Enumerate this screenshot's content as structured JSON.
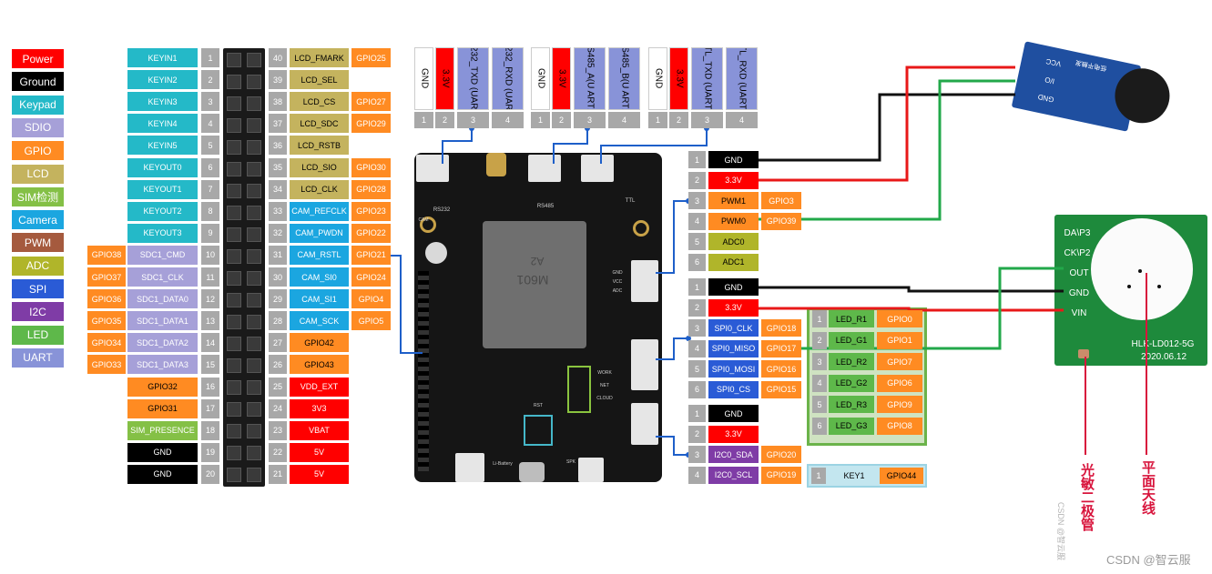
{
  "colors": {
    "Power": "#ff0000",
    "Ground": "#000000",
    "Keypad": "#24b9c8",
    "SDIO": "#a6a0d8",
    "GPIO": "#ff8b22",
    "LCD": "#c4b35e",
    "SIM": "#84c046",
    "Camera": "#1ba6e0",
    "PWM": "#a55a3e",
    "ADC": "#b0b52a",
    "SPI": "#2a5bd6",
    "I2C": "#7f3ca6",
    "LED": "#5eb84a",
    "UART": "#8893d8",
    "Num": "#a8a8a8"
  },
  "legend": [
    "Power",
    "Ground",
    "Keypad",
    "SDIO",
    "GPIO",
    "LCD",
    "SIM检测",
    "Camera",
    "PWM",
    "ADC",
    "SPI",
    "I2C",
    "LED",
    "UART"
  ],
  "left_header": {
    "rows": [
      {
        "lx": "",
        "l": "KEYIN1",
        "lc": "Keypad",
        "n1": "1",
        "n2": "40",
        "r": "LCD_FMARK",
        "rc": "LCD",
        "rx": "GPIO25"
      },
      {
        "lx": "",
        "l": "KEYIN2",
        "lc": "Keypad",
        "n1": "2",
        "n2": "39",
        "r": "LCD_SEL",
        "rc": "LCD",
        "rx": ""
      },
      {
        "lx": "",
        "l": "KEYIN3",
        "lc": "Keypad",
        "n1": "3",
        "n2": "38",
        "r": "LCD_CS",
        "rc": "LCD",
        "rx": "GPIO27"
      },
      {
        "lx": "",
        "l": "KEYIN4",
        "lc": "Keypad",
        "n1": "4",
        "n2": "37",
        "r": "LCD_SDC",
        "rc": "LCD",
        "rx": "GPIO29"
      },
      {
        "lx": "",
        "l": "KEYIN5",
        "lc": "Keypad",
        "n1": "5",
        "n2": "36",
        "r": "LCD_RSTB",
        "rc": "LCD",
        "rx": ""
      },
      {
        "lx": "",
        "l": "KEYOUT0",
        "lc": "Keypad",
        "n1": "6",
        "n2": "35",
        "r": "LCD_SIO",
        "rc": "LCD",
        "rx": "GPIO30"
      },
      {
        "lx": "",
        "l": "KEYOUT1",
        "lc": "Keypad",
        "n1": "7",
        "n2": "34",
        "r": "LCD_CLK",
        "rc": "LCD",
        "rx": "GPIO28"
      },
      {
        "lx": "",
        "l": "KEYOUT2",
        "lc": "Keypad",
        "n1": "8",
        "n2": "33",
        "r": "CAM_REFCLK",
        "rc": "Camera",
        "rx": "GPIO23"
      },
      {
        "lx": "",
        "l": "KEYOUT3",
        "lc": "Keypad",
        "n1": "9",
        "n2": "32",
        "r": "CAM_PWDN",
        "rc": "Camera",
        "rx": "GPIO22"
      },
      {
        "lx": "GPIO38",
        "l": "SDC1_CMD",
        "lc": "SDIO",
        "n1": "10",
        "n2": "31",
        "r": "CAM_RSTL",
        "rc": "Camera",
        "rx": "GPIO21"
      },
      {
        "lx": "GPIO37",
        "l": "SDC1_CLK",
        "lc": "SDIO",
        "n1": "11",
        "n2": "30",
        "r": "CAM_SI0",
        "rc": "Camera",
        "rx": "GPIO24"
      },
      {
        "lx": "GPIO36",
        "l": "SDC1_DATA0",
        "lc": "SDIO",
        "n1": "12",
        "n2": "29",
        "r": "CAM_SI1",
        "rc": "Camera",
        "rx": "GPIO4"
      },
      {
        "lx": "GPIO35",
        "l": "SDC1_DATA1",
        "lc": "SDIO",
        "n1": "13",
        "n2": "28",
        "r": "CAM_SCK",
        "rc": "Camera",
        "rx": "GPIO5"
      },
      {
        "lx": "GPIO34",
        "l": "SDC1_DATA2",
        "lc": "SDIO",
        "n1": "14",
        "n2": "27",
        "r": "GPIO42",
        "rc": "GPIO",
        "rx": ""
      },
      {
        "lx": "GPIO33",
        "l": "SDC1_DATA3",
        "lc": "SDIO",
        "n1": "15",
        "n2": "26",
        "r": "GPIO43",
        "rc": "GPIO",
        "rx": ""
      },
      {
        "lx": "",
        "l": "GPIO32",
        "lc": "GPIO",
        "n1": "16",
        "n2": "25",
        "r": "VDD_EXT",
        "rc": "Power",
        "rx": ""
      },
      {
        "lx": "",
        "l": "GPIO31",
        "lc": "GPIO",
        "n1": "17",
        "n2": "24",
        "r": "3V3",
        "rc": "Power",
        "rx": ""
      },
      {
        "lx": "",
        "l": "SIM_PRESENCE",
        "lc": "SIM",
        "n1": "18",
        "n2": "23",
        "r": "VBAT",
        "rc": "Power",
        "rx": ""
      },
      {
        "lx": "",
        "l": "GND",
        "lc": "Ground",
        "n1": "19",
        "n2": "22",
        "r": "5V",
        "rc": "Power",
        "rx": ""
      },
      {
        "lx": "",
        "l": "GND",
        "lc": "Ground",
        "n1": "20",
        "n2": "21",
        "r": "5V",
        "rc": "Power",
        "rx": ""
      }
    ]
  },
  "top_connectors": [
    {
      "cells": [
        {
          "t": "GND",
          "c": "White"
        },
        {
          "t": "3.3V",
          "c": "Power"
        },
        {
          "t": "RS232_TXD (UART1)",
          "c": "UART"
        },
        {
          "t": "RS232_RXD (UART1)",
          "c": "UART"
        }
      ],
      "nums": [
        "1",
        "2",
        "3",
        "4"
      ]
    },
    {
      "cells": [
        {
          "t": "GND",
          "c": "White"
        },
        {
          "t": "3.3V",
          "c": "Power"
        },
        {
          "t": "RS485_A(U ART2)",
          "c": "UART"
        },
        {
          "t": "RS485_B(U ART2)",
          "c": "UART"
        }
      ],
      "nums": [
        "1",
        "2",
        "3",
        "4"
      ]
    },
    {
      "cells": [
        {
          "t": "GND",
          "c": "White"
        },
        {
          "t": "3.3V",
          "c": "Power"
        },
        {
          "t": "TTL_TXD (UART0)",
          "c": "UART"
        },
        {
          "t": "TTL_RXD (UART0)",
          "c": "UART"
        }
      ],
      "nums": [
        "1",
        "2",
        "3",
        "4"
      ]
    }
  ],
  "right_groups": [
    [
      {
        "n": "1",
        "t": "GND",
        "c": "Ground",
        "x": ""
      },
      {
        "n": "2",
        "t": "3.3V",
        "c": "Power",
        "x": ""
      },
      {
        "n": "3",
        "t": "PWM1",
        "c": "GPIO",
        "x": "GPIO3"
      },
      {
        "n": "4",
        "t": "PWM0",
        "c": "GPIO",
        "x": "GPIO39"
      },
      {
        "n": "5",
        "t": "ADC0",
        "c": "ADC",
        "x": ""
      },
      {
        "n": "6",
        "t": "ADC1",
        "c": "ADC",
        "x": ""
      }
    ],
    [
      {
        "n": "1",
        "t": "GND",
        "c": "Ground",
        "x": ""
      },
      {
        "n": "2",
        "t": "3.3V",
        "c": "Power",
        "x": ""
      },
      {
        "n": "3",
        "t": "SPI0_CLK",
        "c": "SPI",
        "x": "GPIO18"
      },
      {
        "n": "4",
        "t": "SPI0_MISO",
        "c": "SPI",
        "x": "GPIO17"
      },
      {
        "n": "5",
        "t": "SPI0_MOSI",
        "c": "SPI",
        "x": "GPIO16"
      },
      {
        "n": "6",
        "t": "SPI0_CS",
        "c": "SPI",
        "x": "GPIO15"
      }
    ],
    [
      {
        "n": "1",
        "t": "GND",
        "c": "Ground",
        "x": ""
      },
      {
        "n": "2",
        "t": "3.3V",
        "c": "Power",
        "x": ""
      },
      {
        "n": "3",
        "t": "I2C0_SDA",
        "c": "I2C",
        "x": "GPIO20"
      },
      {
        "n": "4",
        "t": "I2C0_SCL",
        "c": "I2C",
        "x": "GPIO19"
      }
    ]
  ],
  "led_table": [
    {
      "n": "1",
      "t": "LED_R1",
      "x": "GPIO0"
    },
    {
      "n": "2",
      "t": "LED_G1",
      "x": "GPIO1"
    },
    {
      "n": "3",
      "t": "LED_R2",
      "x": "GPIO7"
    },
    {
      "n": "4",
      "t": "LED_G2",
      "x": "GPIO6"
    },
    {
      "n": "5",
      "t": "LED_R3",
      "x": "GPIO9"
    },
    {
      "n": "6",
      "t": "LED_G3",
      "x": "GPIO8"
    }
  ],
  "key_table": {
    "n": "1",
    "t": "KEY1",
    "x": "GPIO44"
  },
  "buzzer_pins": [
    "GND",
    "I/O",
    "VCC"
  ],
  "buzzer_silk": "低电平触发",
  "radar": {
    "pins": [
      "DA\\P3",
      "CK\\P2",
      "OUT",
      "GND",
      "VIN"
    ],
    "model": "HLK-LD012-5G",
    "date": "2020.06.12"
  },
  "annotations": {
    "photo": "光敏二极管",
    "antenna": "平面天线"
  },
  "board": {
    "module_top": "M601",
    "module_sub": "A2",
    "mini_labels": [
      "RS232",
      "RS485",
      "TTL",
      "WORK",
      "NET",
      "CLOUD",
      "Li-Battery",
      "RST",
      "SPK",
      "CAM",
      "GND",
      "VCC",
      "ADC"
    ]
  },
  "watermark": {
    "main": "CSDN @智云服",
    "vertical": "CSDN @智云服"
  }
}
